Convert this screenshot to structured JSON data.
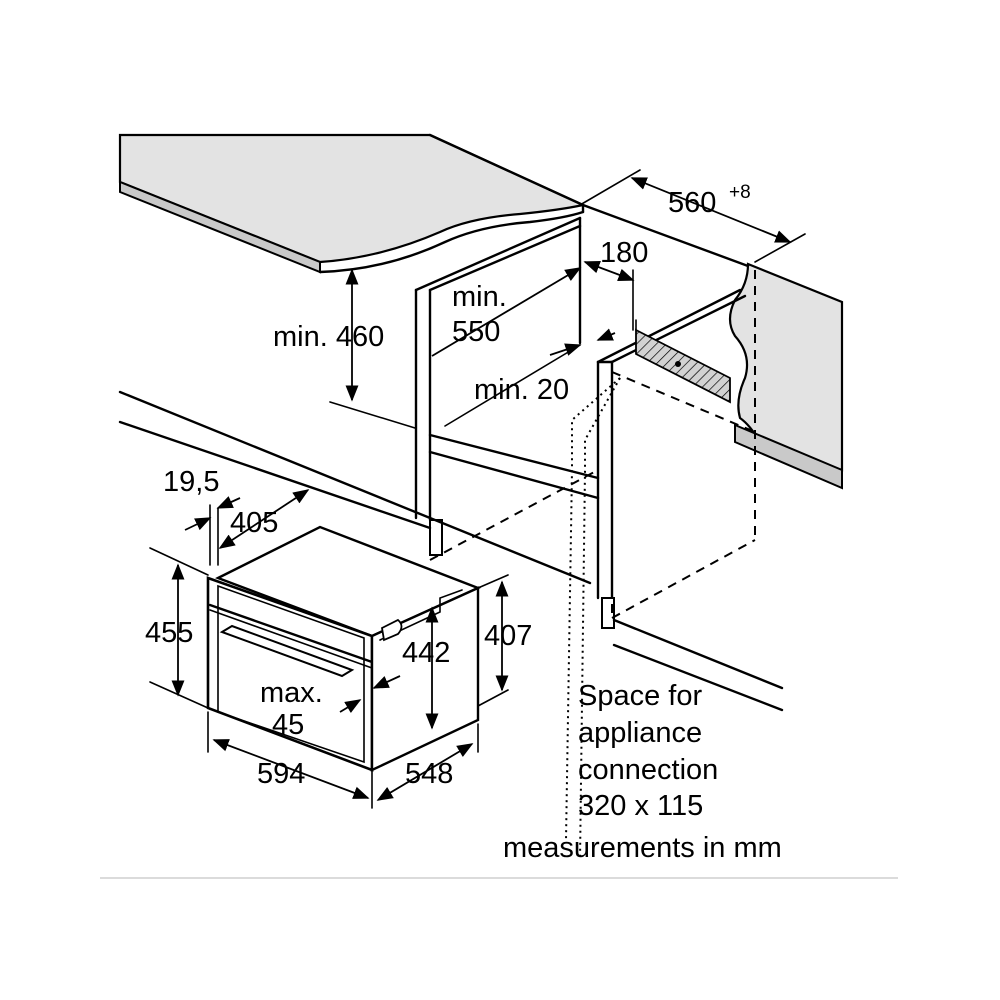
{
  "diagram": {
    "dimensions": {
      "worktop_width": "560",
      "worktop_width_tolerance": "+8",
      "vent_depth": "180",
      "min_height": "min. 460",
      "min_depth_line1": "min.",
      "min_depth_line2": "550",
      "min_gap": "min. 20",
      "front_offset": "19,5",
      "inner_depth": "405",
      "total_height": "455",
      "body_height": "442",
      "niche_height": "407",
      "panel_max_line1": "max.",
      "panel_max_line2": "45",
      "total_width": "594",
      "total_depth": "548"
    },
    "notes": {
      "connection_line1": "Space for",
      "connection_line2": "appliance",
      "connection_line3": "connection",
      "connection_line4": "320 x 115",
      "units": "measurements in mm"
    },
    "colors": {
      "worktop": "#e3e3e3",
      "line": "#000000",
      "background": "#ffffff"
    }
  }
}
